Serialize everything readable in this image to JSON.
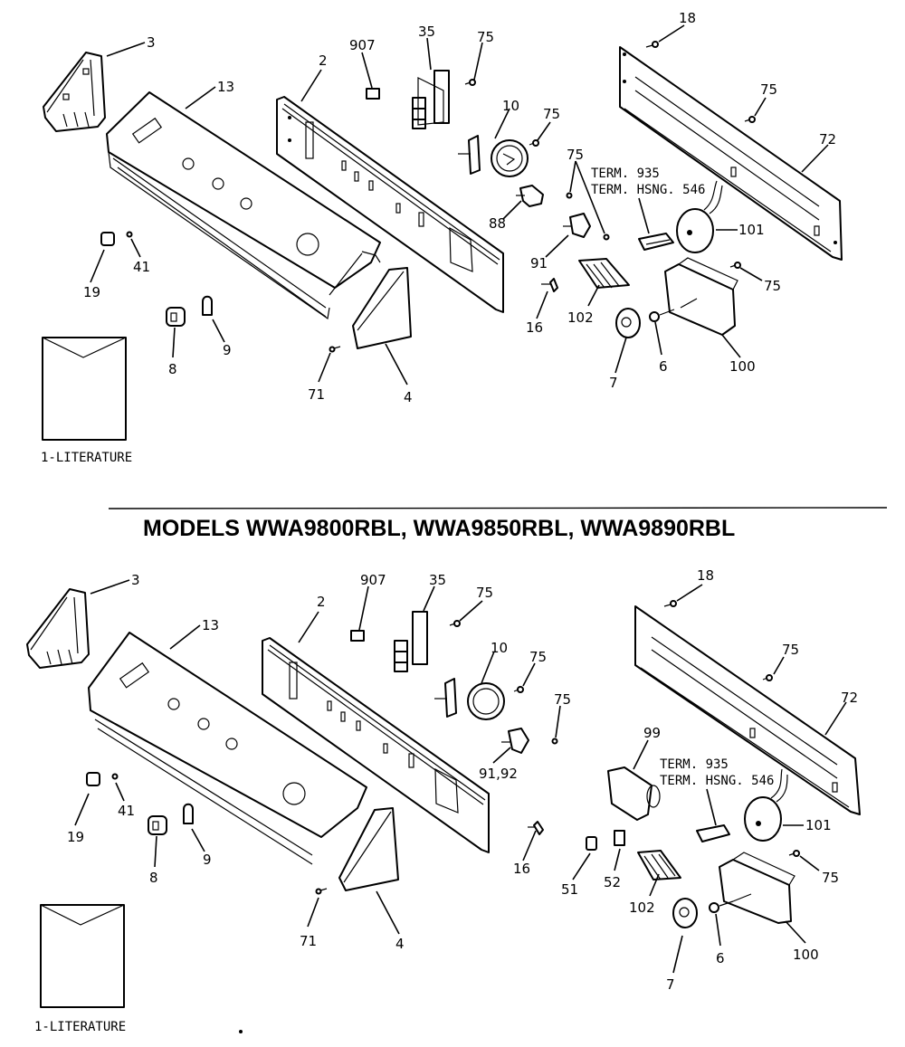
{
  "page": {
    "title": "MODELS WWA9800RBL, WWA9850RBL, WWA9890RBL",
    "background": "#ffffff",
    "ink": "#000000"
  },
  "upper_diagram": {
    "labels": {
      "p3": "3",
      "p13": "13",
      "p2": "2",
      "p907": "907",
      "p35": "35",
      "p75a": "75",
      "p10": "10",
      "p75b": "75",
      "p75c": "75",
      "p88": "88",
      "p91": "91",
      "p16": "16",
      "p102": "102",
      "p7": "7",
      "p6": "6",
      "p100": "100",
      "p75d": "75",
      "p101": "101",
      "p18": "18",
      "p75e": "75",
      "p72": "72",
      "p19": "19",
      "p41": "41",
      "p8": "8",
      "p9": "9",
      "p71": "71",
      "p4": "4",
      "term1": "TERM. 935",
      "term2": "TERM. HSNG. 546",
      "literature": "1-LITERATURE"
    }
  },
  "lower_diagram": {
    "labels": {
      "p3": "3",
      "p13": "13",
      "p2": "2",
      "p907": "907",
      "p35": "35",
      "p75a": "75",
      "p10": "10",
      "p75b": "75",
      "p75c": "75",
      "p9192": "91,92",
      "p99": "99",
      "p16": "16",
      "p51": "51",
      "p52": "52",
      "p102": "102",
      "p7": "7",
      "p6": "6",
      "p100": "100",
      "p75d": "75",
      "p101": "101",
      "p18": "18",
      "p75e": "75",
      "p72": "72",
      "p19": "19",
      "p41": "41",
      "p8": "8",
      "p9": "9",
      "p71": "71",
      "p4": "4",
      "term1": "TERM. 935",
      "term2": "TERM. HSNG. 546",
      "literature": "1-LITERATURE"
    }
  }
}
